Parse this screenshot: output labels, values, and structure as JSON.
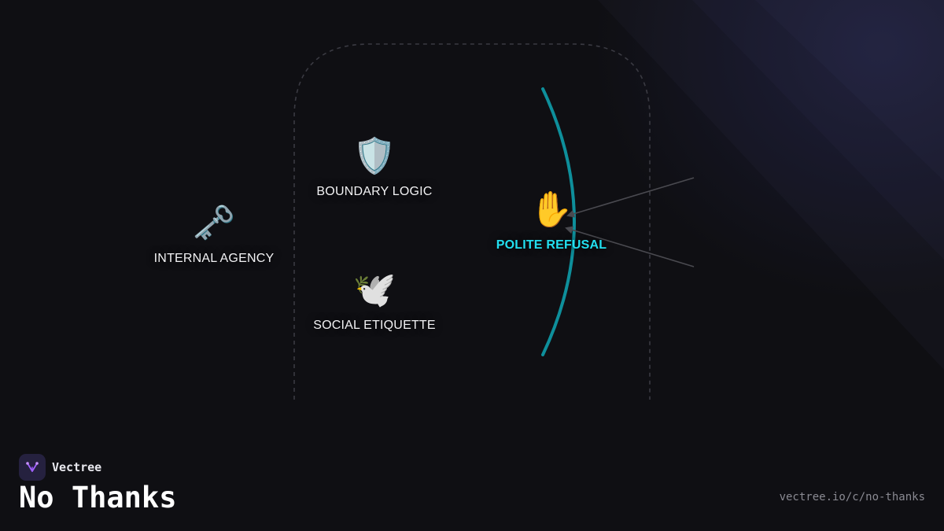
{
  "brand": {
    "name": "Vectree",
    "logo_icon": "vectree-logo-icon",
    "accent_color": "#a060ff"
  },
  "title": "No Thanks",
  "url": "vectree.io/c/no-thanks",
  "diagram": {
    "nodes": [
      {
        "id": "internal-agency",
        "label": "INTERNAL AGENCY",
        "icon": "🗝️",
        "icon_name": "key-icon"
      },
      {
        "id": "boundary-logic",
        "label": "BOUNDARY LOGIC",
        "icon": "🛡️",
        "icon_name": "shield-icon"
      },
      {
        "id": "social-etiquette",
        "label": "SOCIAL ETIQUETTE",
        "icon": "🕊️",
        "icon_name": "dove-icon"
      },
      {
        "id": "polite-refusal",
        "label": "POLITE REFUSAL",
        "icon": "✋",
        "icon_name": "raised-hand-icon"
      }
    ],
    "colors": {
      "barrier": "#0e8f9b",
      "highlight_label": "#22e0f0",
      "container_border": "#3a3a42",
      "incoming_arrow": "#4a4a50"
    }
  }
}
